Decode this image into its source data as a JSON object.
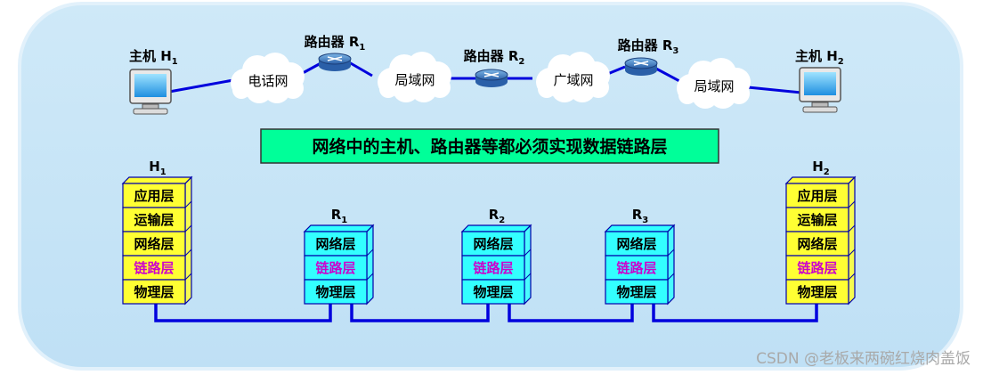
{
  "top": {
    "host1": {
      "label": "主机 H",
      "sub": "1"
    },
    "host2": {
      "label": "主机 H",
      "sub": "2"
    },
    "routers": [
      {
        "label": "路由器 R",
        "sub": "1"
      },
      {
        "label": "路由器 R",
        "sub": "2"
      },
      {
        "label": "路由器 R",
        "sub": "3"
      }
    ],
    "clouds": [
      "电话网",
      "局域网",
      "广域网",
      "局域网"
    ]
  },
  "banner": "网络中的主机、路由器等都必须实现数据链路层",
  "stacks": [
    {
      "title": "H",
      "sub": "1",
      "type": "host",
      "layers": [
        "应用层",
        "运输层",
        "网络层",
        "链路层",
        "物理层"
      ]
    },
    {
      "title": "R",
      "sub": "1",
      "type": "router",
      "layers": [
        "网络层",
        "链路层",
        "物理层"
      ]
    },
    {
      "title": "R",
      "sub": "2",
      "type": "router",
      "layers": [
        "网络层",
        "链路层",
        "物理层"
      ]
    },
    {
      "title": "R",
      "sub": "3",
      "type": "router",
      "layers": [
        "网络层",
        "链路层",
        "物理层"
      ]
    },
    {
      "title": "H",
      "sub": "2",
      "type": "host",
      "layers": [
        "应用层",
        "运输层",
        "网络层",
        "链路层",
        "物理层"
      ]
    }
  ],
  "highlight_layer": "链路层",
  "colors": {
    "panel": "#c5e3f6",
    "panel_border": "#d9ecfa",
    "host_layer": "#ffff33",
    "router_layer": "#33ffff",
    "link_text": "#cc00cc",
    "line": "#0000dd",
    "banner_bg": "#00ff99"
  },
  "watermark": "CSDN @老板来两碗红烧肉盖饭"
}
